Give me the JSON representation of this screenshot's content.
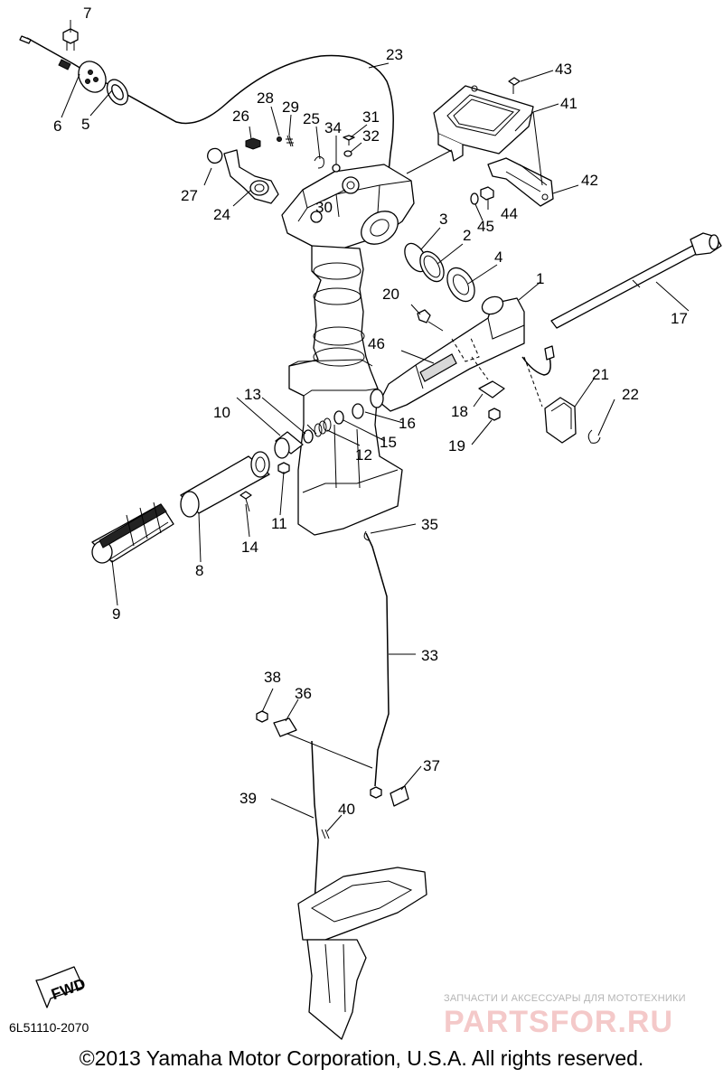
{
  "diagram": {
    "code": "6L51110-2070",
    "copyright": "©2013 Yamaha Motor Corporation, U.S.A. All rights reserved.",
    "fwd_label": "FWD",
    "callouts": [
      "1",
      "2",
      "3",
      "4",
      "5",
      "6",
      "7",
      "8",
      "9",
      "10",
      "11",
      "12",
      "13",
      "14",
      "15",
      "16",
      "17",
      "18",
      "19",
      "20",
      "21",
      "22",
      "23",
      "24",
      "25",
      "26",
      "27",
      "28",
      "29",
      "30",
      "31",
      "32",
      "33",
      "34",
      "35",
      "36",
      "37",
      "38",
      "39",
      "40",
      "41",
      "42",
      "43",
      "44",
      "45",
      "46"
    ]
  },
  "watermark": {
    "caption": "ЗАПЧАСТИ И АКСЕССУАРЫ ДЛЯ МОТОТЕХНИКИ",
    "logo": "PARTSFOR.RU"
  }
}
